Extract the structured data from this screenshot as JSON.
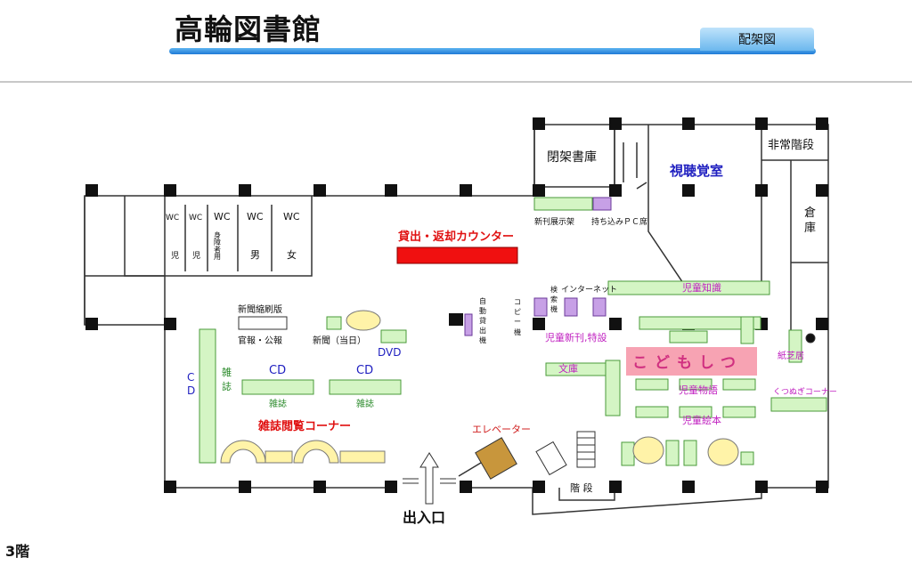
{
  "header": {
    "title": "高輪図書館",
    "tab_label": "配架図",
    "floor_label": "3階"
  },
  "labels": {
    "closed_stacks": "閉架書庫",
    "av_room": "視聴覚室",
    "emergency_stairs": "非常階段",
    "storage_1": "倉",
    "storage_2": "庫",
    "wc": "WC",
    "wc_child": "児",
    "wc_accessible": "身障者用",
    "wc_male": "男",
    "wc_female": "女",
    "counter": "貸出・返却カウンター",
    "new_display": "新刊展示架",
    "pc_seats": "持ち込みＰＣ席",
    "reduced_print": "新聞縮刷版",
    "gazette": "官報・公報",
    "newspaper_today": "新聞（当日）",
    "dvd": "DVD",
    "cd": "CD",
    "cd_v1": "C",
    "cd_v2": "D",
    "magazine": "雑誌",
    "magazine_v1": "雑",
    "magazine_v2": "誌",
    "magazine_corner": "雑誌閲覧コーナー",
    "elevator": "エレベーター",
    "stairs": "階 段",
    "entrance": "出入口",
    "self_checkout_1": "自",
    "self_checkout_2": "動",
    "self_checkout_3": "貸",
    "self_checkout_4": "出",
    "self_checkout_5": "機",
    "copier_1": "コ",
    "copier_2": "ピ",
    "copier_3": "ー",
    "copier_4": "機",
    "search_1": "検",
    "search_2": "索",
    "search_3": "機",
    "internet": "インターネット",
    "children_knowledge": "児童知識",
    "children_new": "児童新刊,特設",
    "bunko": "文庫",
    "kids_room": "こどもしつ",
    "children_stories": "児童物語",
    "children_picture": "児童絵本",
    "kamishibai": "紙芝居",
    "shoes_corner": "くつぬぎコーナー"
  },
  "colors": {
    "shelf_fill": "#d4f5c4",
    "shelf_stroke": "#4a9a3a",
    "counter_red": "#f01010",
    "kids_pink": "#f7a3b3",
    "purple": "#c7a0e6",
    "table_yellow": "#fff3a8",
    "elevator_brown": "#c8963c"
  }
}
